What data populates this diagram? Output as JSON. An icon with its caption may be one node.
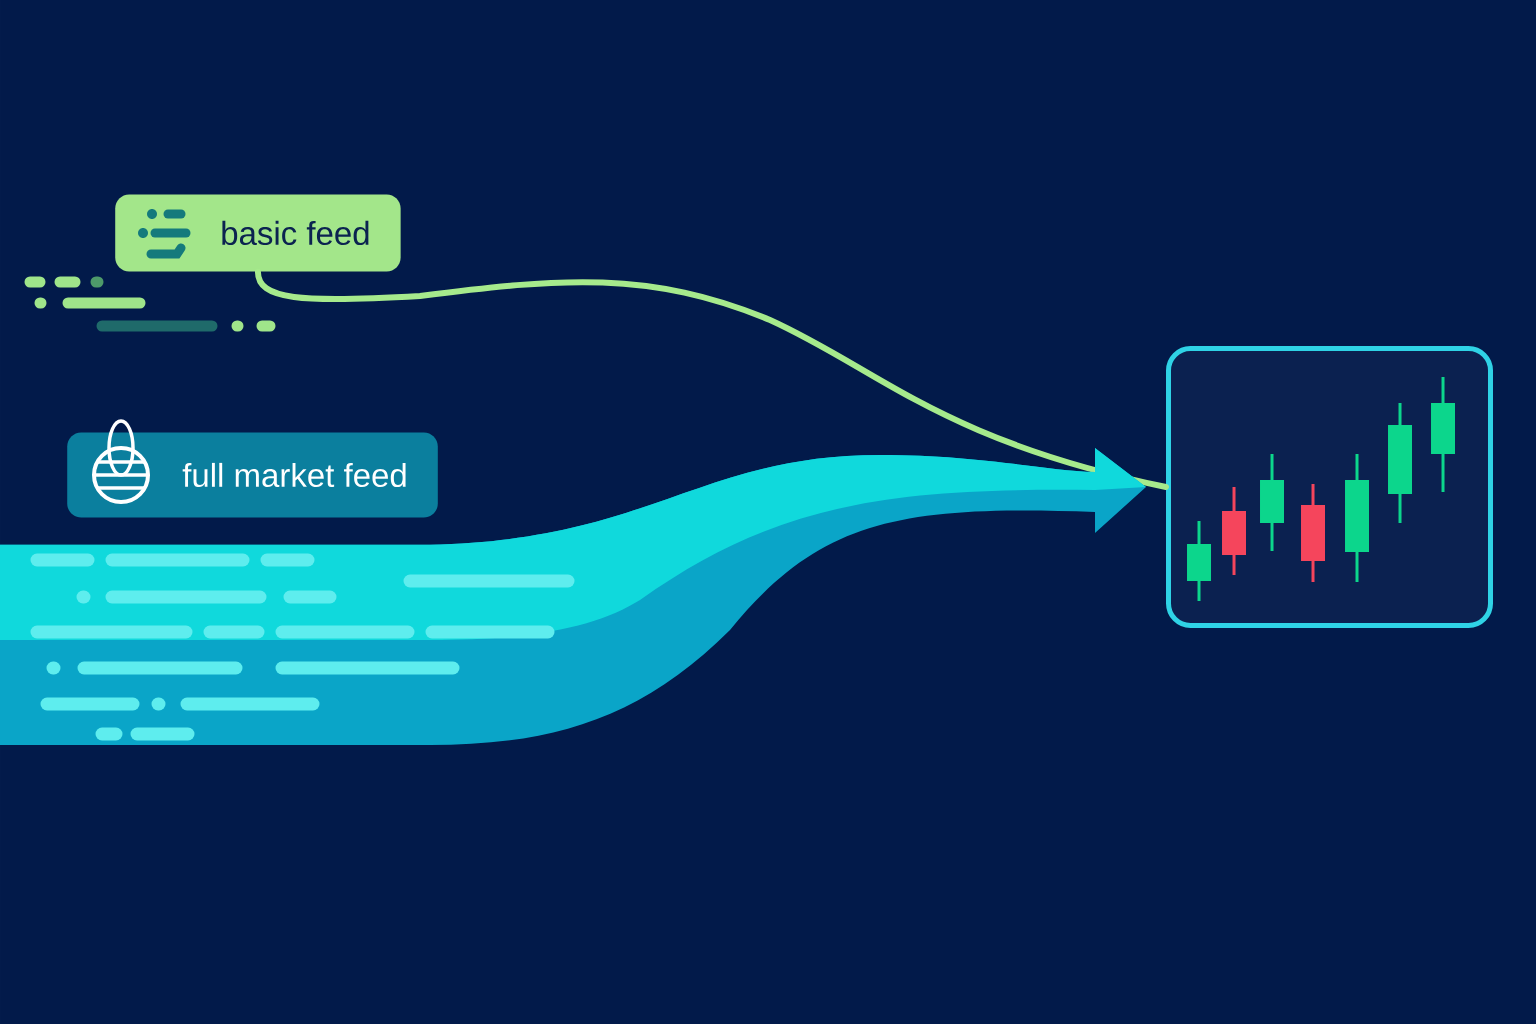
{
  "diagram": {
    "nodes": [
      {
        "text": [
          "basic feed"
        ]
      },
      {
        "text": [
          "full market feed"
        ]
      },
      {
        "text": [],
        "shape": "box"
      }
    ],
    "edges": [
      {
        "from": 0,
        "to": 2,
        "arrow": "none",
        "color": "#a6ea8c"
      },
      {
        "from": 1,
        "to": 2,
        "arrow": "to",
        "style": "thick",
        "color": "#10d9dc"
      }
    ]
  }
}
